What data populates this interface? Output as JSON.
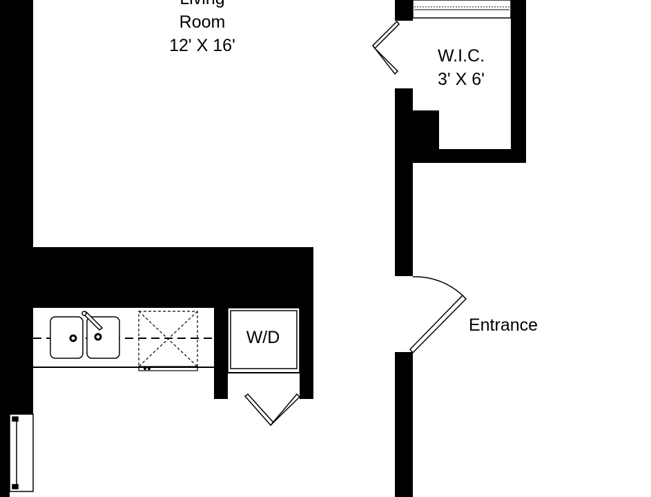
{
  "rooms": {
    "living_room": {
      "name_line1": "Living",
      "name_line2": "Room",
      "size": "12' X 16'"
    },
    "wic": {
      "name": "W.I.C.",
      "size": "3' X 6'"
    },
    "wd": {
      "name": "W/D"
    },
    "entrance": {
      "name": "Entrance"
    }
  },
  "colors": {
    "wall": "#000000",
    "background": "#ffffff",
    "line": "#000000"
  }
}
